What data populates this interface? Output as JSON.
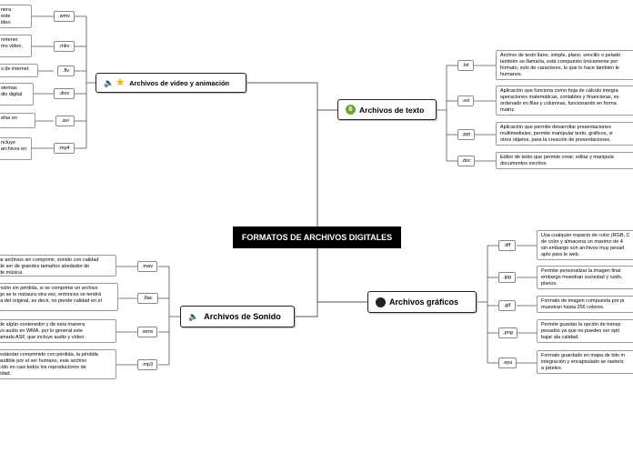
{
  "center": "FORMATOS DE ARCHIVOS DIGITALES",
  "topics": {
    "video": {
      "title": "Archivos de video y animación",
      "exts": [
        ".wmv",
        ".mkv",
        ".flv",
        ".divx",
        ".avi",
        ".mp4"
      ],
      "descs": [
        "nera\neste\nideo.",
        "ontener\nmo video,",
        "s de internet.",
        "stemas\ndio digital",
        "efas en",
        "ncluye\narchivos en"
      ]
    },
    "texto": {
      "title": "Archivos de texto",
      "icon_label": "6",
      "exts": [
        ".txt",
        ".xsl",
        ".ppt",
        ".doc"
      ],
      "descs": [
        "Archivo de texto llano, simple, plano, sencillo o pelado\ntambién se llamaría, está compuesto únicamente por\nformato, solo de caracteres, lo que lo hace también le\nhumanos.",
        "Aplicación que funciona como hoja de cálculo integra\noperaciones matemáticas, contables y financieras, es\nordenado en filas y columnas, funcionando en forma\nmatriz.",
        "Aplicación que permite desarrollar presentaciones\nmultimediales, permite manipular texto, gráficos, vi\notros objetos, para la creación de presentaciones.",
        "Editor de texto que permite crear, editar y manipula\ndocumentos escritos."
      ]
    },
    "sonido": {
      "title": "Archivos de Sonido",
      "exts": [
        ".mav",
        ".flac",
        ".wmv",
        ".mp3"
      ],
      "descs": [
        "ar archivos sin comprimir, sonido con calidad\nde ser de grandes tamaños alrededor de\nde música.",
        "nsión sin pérdida, si se comprime un archivo\ngo se le restaura otra vez, entonces se tendrá\nla del original, es decir, no pierde calidad en el",
        "de algún contenedor y de esta manera\nvo audio en WMA. por lo general este\namado ASF, que incluye audio y vídeo.",
        "estándar comprimido con pérdida, la pérdida\naudible por el ser humano, este archivo\ncido en casi todos los reproductores de\nlidad."
      ]
    },
    "graficos": {
      "title": "Archivos gráficos",
      "exts": [
        ".tiff",
        ".jpg",
        ".gif",
        ".png",
        ".eps"
      ],
      "descs": [
        "Usa cualquier espacio de color (RGB, C\nde color y almacena un maximo de 4\nsin embargo son archivos muy pesad\napto para le web.",
        "Permite personalizar la imagen final\nembargo muestran suciedad y ruido,\nplanos.",
        "Formato de imagen compuesta por pi\nmuestran hasta 256 colores.",
        "Permite guardar la opción de transp\npesados ya que no pueden ser opti\nbajar ala calidad.",
        "Formato guardado en mapa de bits m\nintegración y encapsulado se rasteriz\na pixeles."
      ]
    }
  },
  "colors": {
    "line": "#555555",
    "center_bg": "#000000",
    "star": "#f3b41b",
    "text_icon": "#6ba92f",
    "graphics_icon": "#222222"
  }
}
